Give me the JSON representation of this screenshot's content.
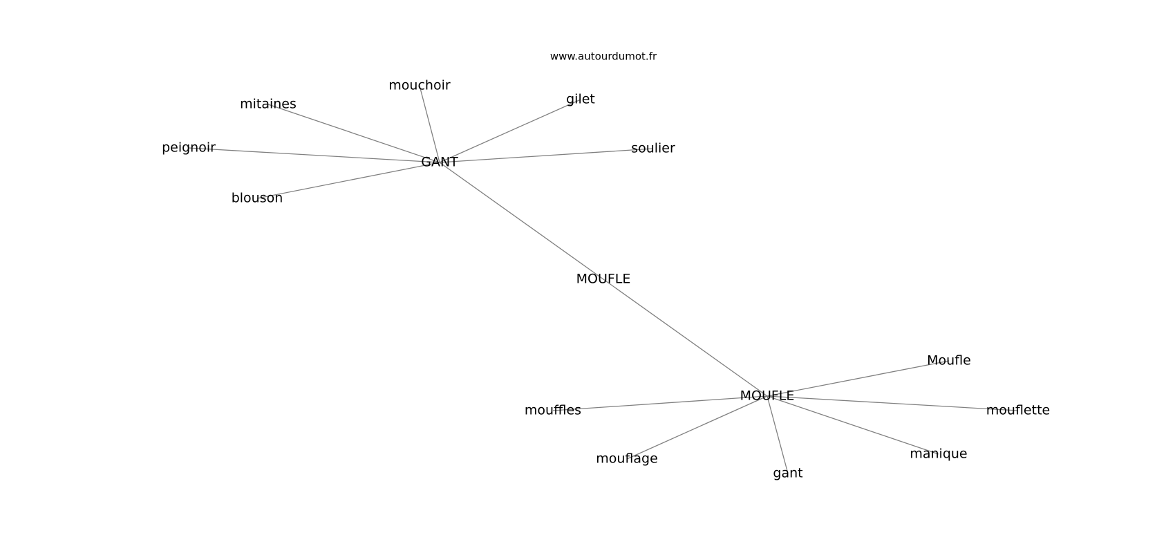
{
  "watermark": "www.autourdumot.fr",
  "graph": {
    "nodes": {
      "gant_hub": "GANT",
      "moufle_center": "MOUFLE",
      "moufle_hub": "MOUFLE",
      "mouchoir": "mouchoir",
      "mitaines": "mitaines",
      "peignoir": "peignoir",
      "blouson": "blouson",
      "gilet": "gilet",
      "soulier": "soulier",
      "moufle_cap": "Moufle",
      "mouflette": "mouflette",
      "manique": "manique",
      "gant": "gant",
      "mouflage": "mouflage",
      "mouffles": "mouffles"
    },
    "edges": [
      [
        "gant_hub",
        "mouchoir"
      ],
      [
        "gant_hub",
        "mitaines"
      ],
      [
        "gant_hub",
        "peignoir"
      ],
      [
        "gant_hub",
        "blouson"
      ],
      [
        "gant_hub",
        "gilet"
      ],
      [
        "gant_hub",
        "soulier"
      ],
      [
        "gant_hub",
        "moufle_hub"
      ],
      [
        "moufle_hub",
        "moufle_cap"
      ],
      [
        "moufle_hub",
        "mouflette"
      ],
      [
        "moufle_hub",
        "manique"
      ],
      [
        "moufle_hub",
        "gant"
      ],
      [
        "moufle_hub",
        "mouflage"
      ],
      [
        "moufle_hub",
        "mouffles"
      ]
    ]
  }
}
